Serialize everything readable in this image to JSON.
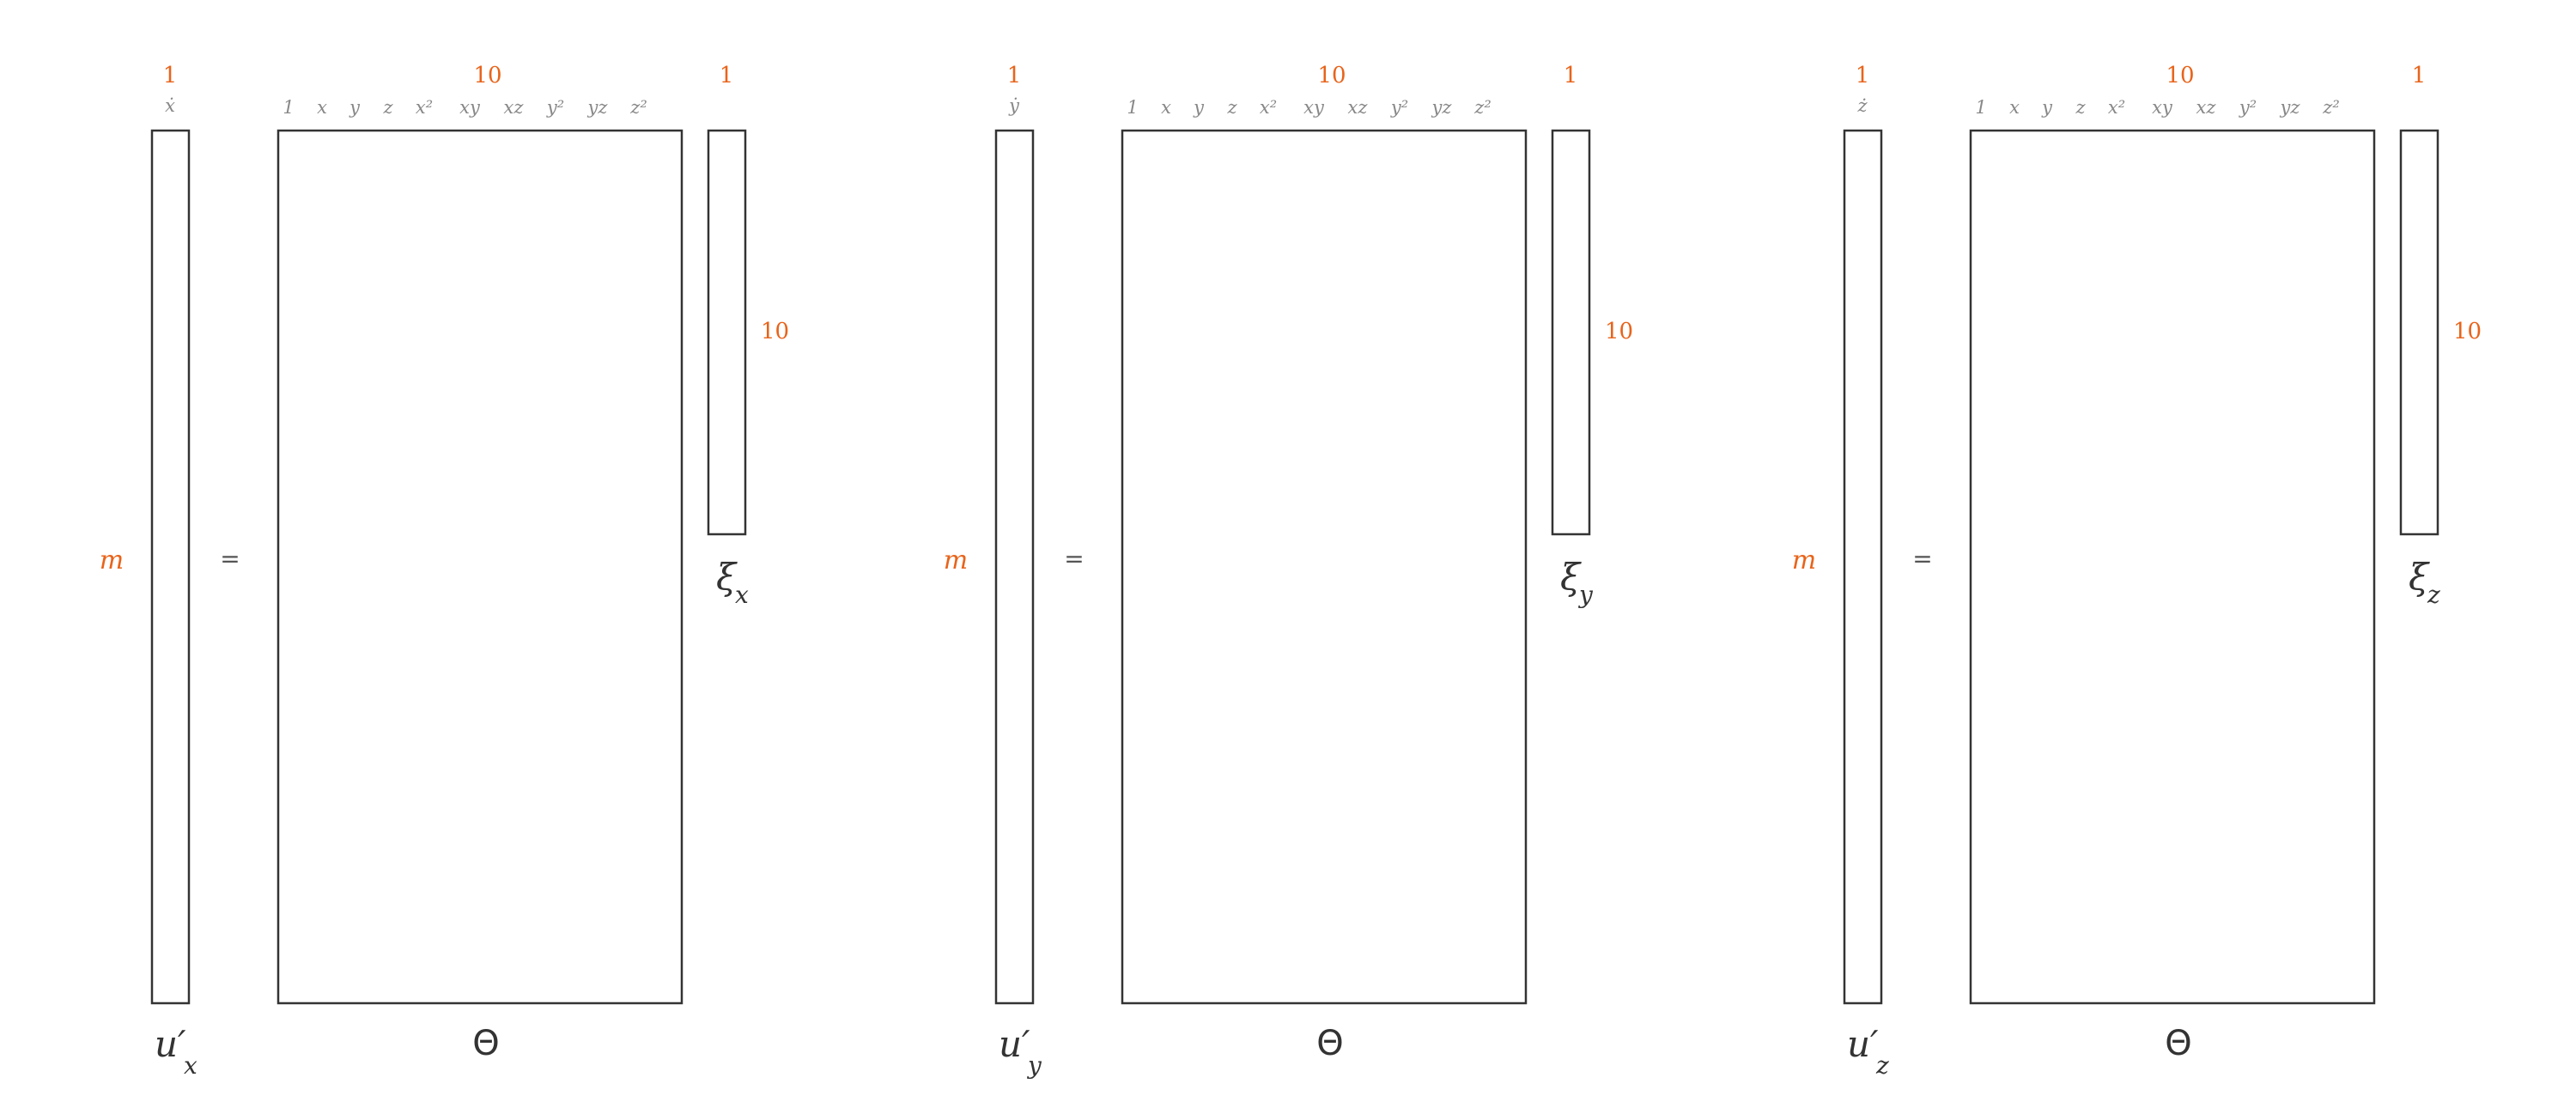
{
  "columns": [
    "1",
    "x",
    "y",
    "z",
    "x²",
    "xy",
    "xz",
    "y²",
    "yz",
    "z²"
  ],
  "equation_symbol": "=",
  "theta_label": "Θ",
  "dims": {
    "one": "1",
    "ten": "10",
    "rows": "m"
  },
  "panels": [
    {
      "id": "x",
      "lhs_header": "ẋ",
      "lhs_label": "u′",
      "lhs_sub": "x",
      "xi_label": "ξ",
      "xi_sub": "x"
    },
    {
      "id": "y",
      "lhs_header": "ẏ",
      "lhs_label": "u′",
      "lhs_sub": "y",
      "xi_label": "ξ",
      "xi_sub": "y"
    },
    {
      "id": "z",
      "lhs_header": "ż",
      "lhs_label": "u′",
      "lhs_sub": "z",
      "xi_label": "ξ",
      "xi_sub": "z"
    }
  ]
}
